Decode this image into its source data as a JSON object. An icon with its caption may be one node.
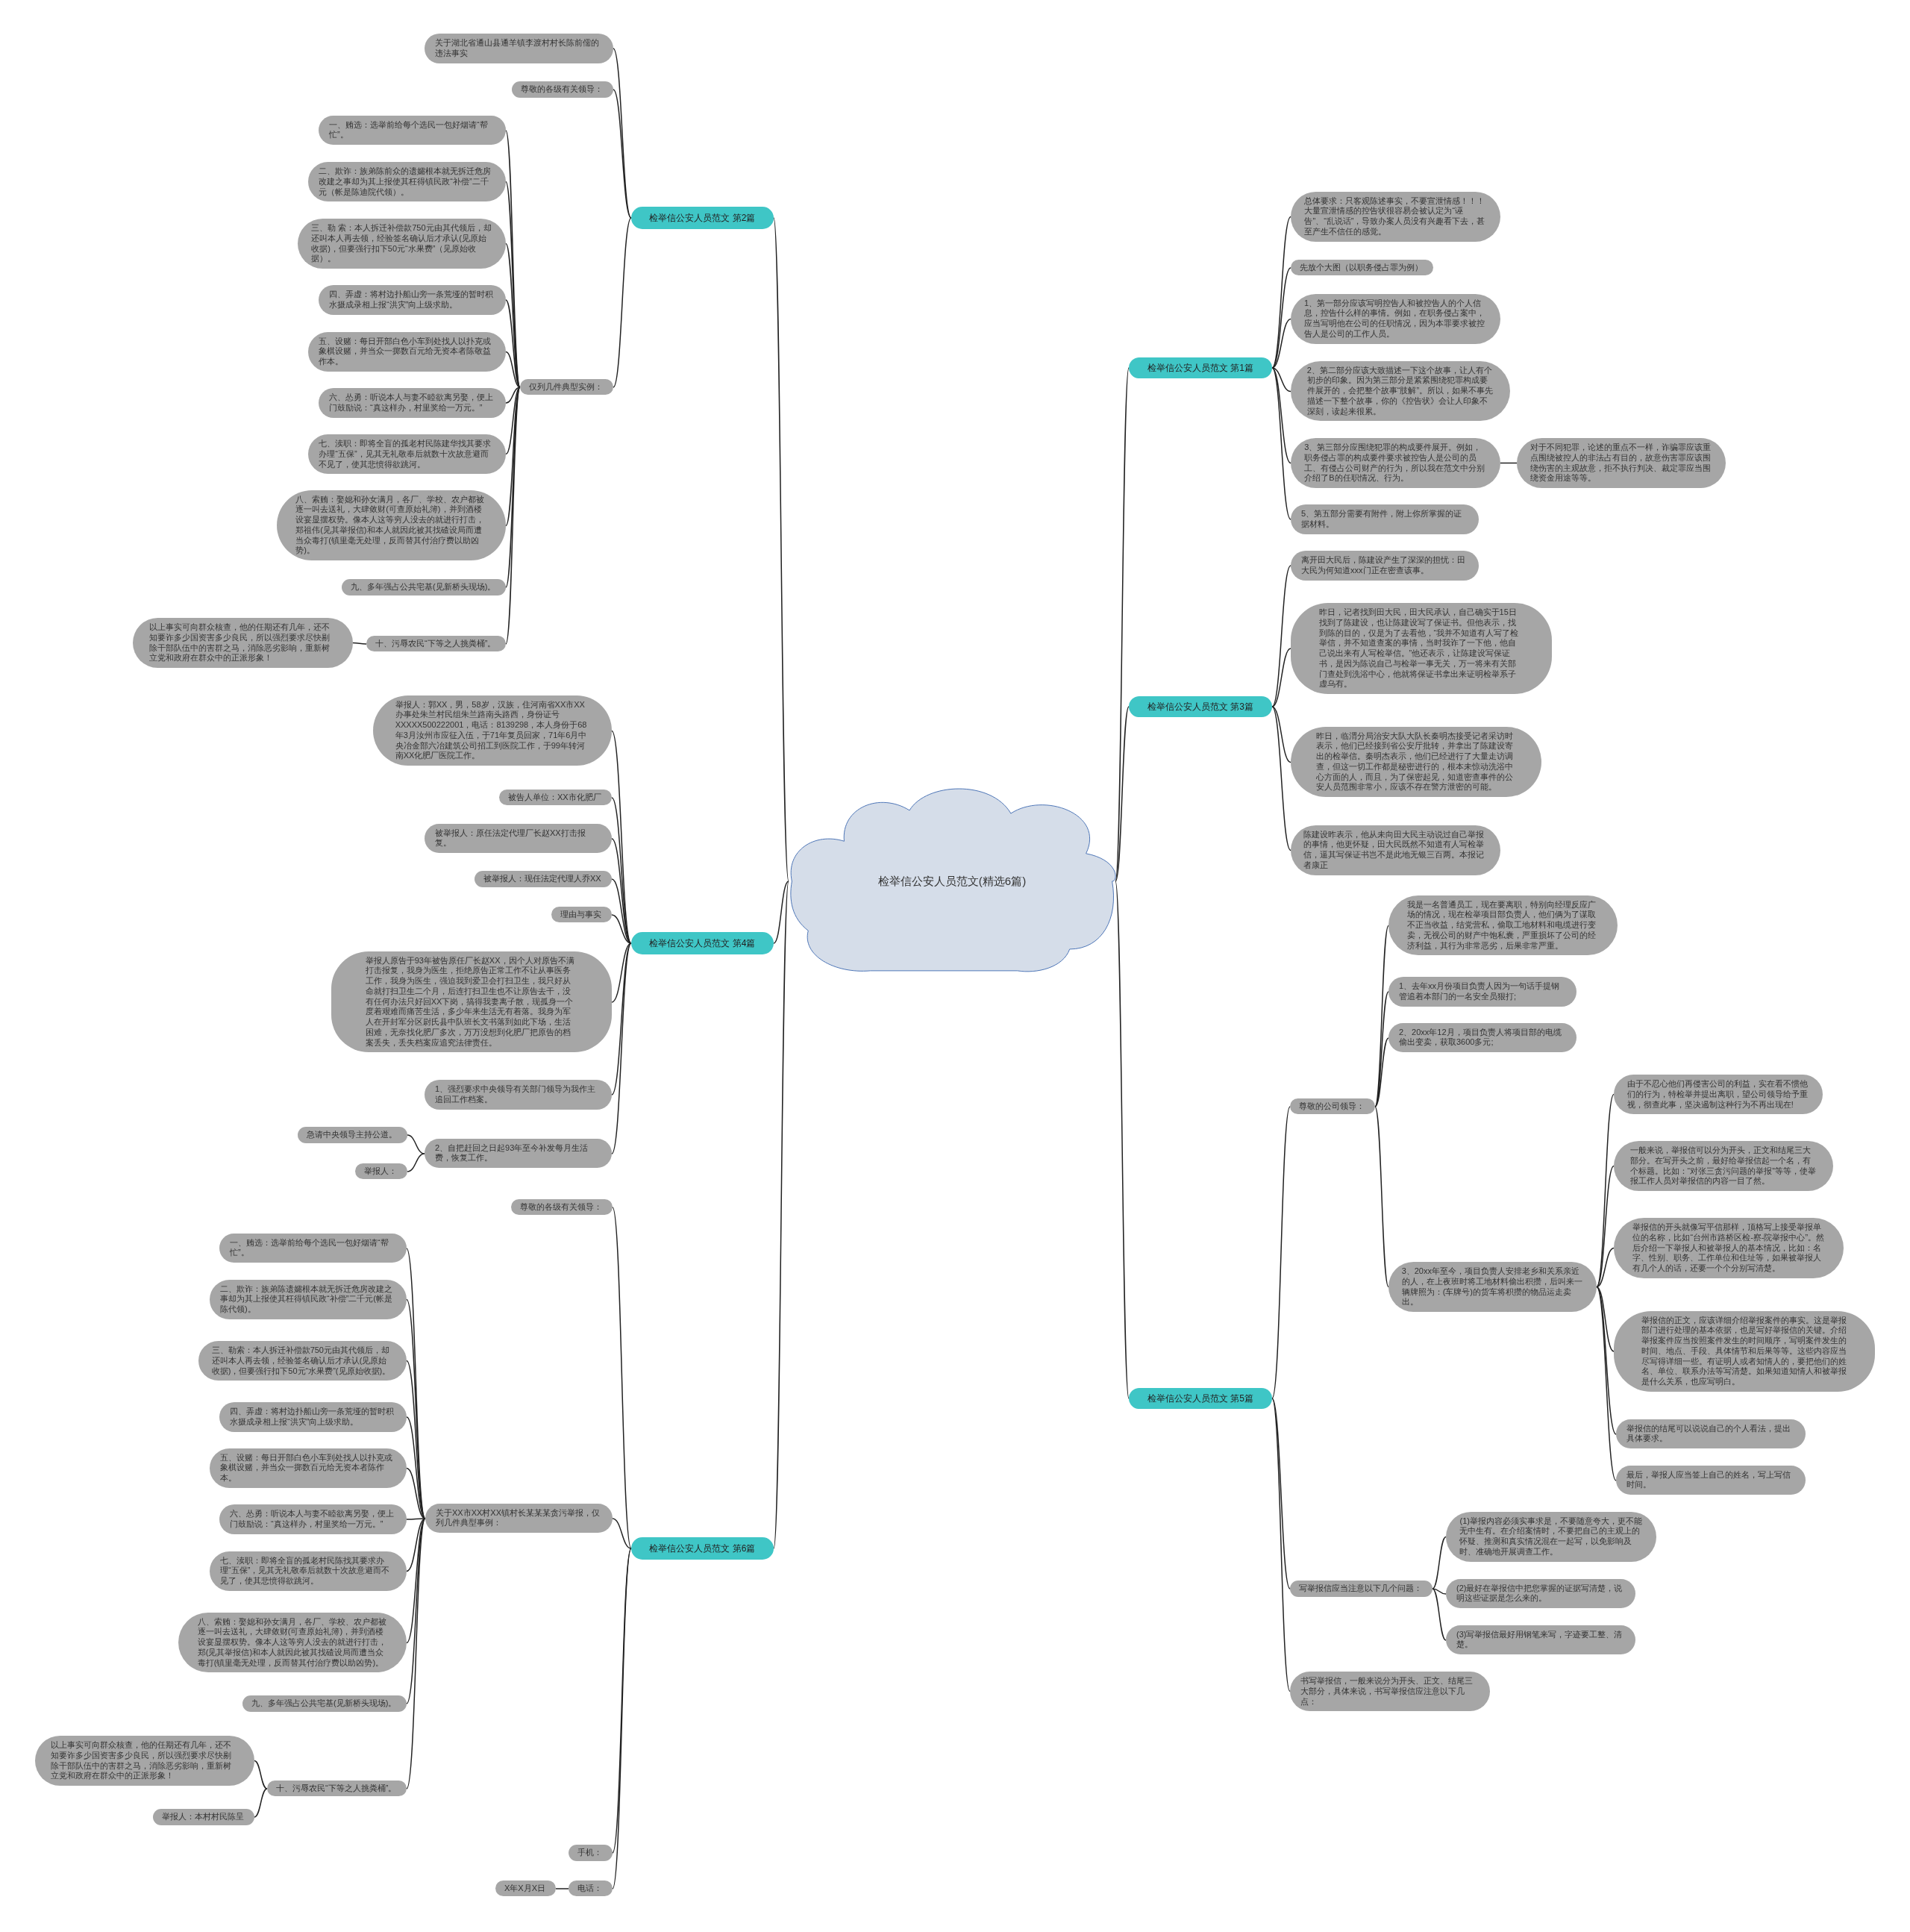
{
  "diagram": {
    "nodes": [
      {
        "text": [
          "检举信公安人员范文(精选6篇)"
        ]
      },
      {
        "text": [
          "检举信公安人员范文 第2篇"
        ]
      },
      {
        "text": [
          "关于湖北省通山县通羊镇李渡村村长陈前儒的违法事实"
        ]
      },
      {
        "text": [
          "尊敬的各级有关领导："
        ]
      },
      {
        "text": [
          "仅列几件典型实例："
        ]
      },
      {
        "text": [
          "一、贿选：选举前给每个选民一包好烟请“帮忙”。"
        ]
      },
      {
        "text": [
          "二、欺诈：族弟陈前众的遗孀根本就无拆迁危房改建之事却为其上报使其枉得镇民政“补偿”二千元（帐是陈迪院代领）。"
        ]
      },
      {
        "text": [
          "三、勒 索：本人拆迁补偿款750元由其代领后，却还叫本人再去领，经验签名确认后才承认(见原始收据)，但要强行扣下50元“水果费”（见原始收据）。"
        ]
      },
      {
        "text": [
          "四、弄虚：将村边扑船山旁一条荒垭的暂时积水摄成录相上报“洪灾”向上级求助。"
        ]
      },
      {
        "text": [
          "五、设赌：每日开部白色小车到处找人以扑克或象棋设赌，并当众一掷数百元给无资本者陈敬益作本。"
        ]
      },
      {
        "text": [
          "六、怂勇：听说本人与妻不睦欲离另娶，便上门鼓励说：“真这样办，村里奖给一万元。”"
        ]
      },
      {
        "text": [
          "七、渎职：即将全盲的孤老村民陈建华找其要求办理“五保”，见其无礼敬奉后就数十次故意避而不见了，使其悲愤得欲跳河。"
        ]
      },
      {
        "text": [
          "八、索贿：娶媳和孙女满月，各厂、学校、农户都被逐一叫去送礼，大肆敛财(可查原始礼簿)，并到酒楼设宴显摆权势。像本人这等穷人没去的就进行打击，郑祖伟(见其举报信)和本人就因此被其找碴设局而遭当众毒打(镇里毫无处理，反而替其付治疗费以助凶势)。"
        ]
      },
      {
        "text": [
          "九、多年强占公共宅基(见新桥头现场)。"
        ]
      },
      {
        "text": [
          "十、污辱农民“下等之人挑粪桶”。"
        ]
      },
      {
        "text": [
          "以上事实可向群众核查，他的任期还有几年，还不知要诈多少国资害多少良民，所以强烈要求尽快剔除干部队伍中的害群之马，消除恶劣影响，重新树立党和政府在群众中的正派形象！"
        ]
      },
      {
        "text": [
          "检举信公安人员范文 第4篇"
        ]
      },
      {
        "text": [
          "举报人：郭XX，男，58岁，汉族，住河南省XX市XX办事处朱兰村民组朱兰路南头路西，身份证号XXXXX500222001，电话：8139298，本人身份于68年3月汝州市应征入伍，于71年复员回家，71年6月中央冶金部六冶建筑公司招工到医院工作，于99年转河南XX化肥厂医院工作。"
        ]
      },
      {
        "text": [
          "被告人单位：XX市化肥厂"
        ]
      },
      {
        "text": [
          "被举报人：原任法定代理厂长赵XX打击报复。"
        ]
      },
      {
        "text": [
          "被举报人：现任法定代理人乔XX"
        ]
      },
      {
        "text": [
          "理由与事实"
        ]
      },
      {
        "text": [
          "举报人原告于93年被告原任厂长赵XX，因个人对原告不满打击报复，我身为医生，拒绝原告正常工作不让从事医务工作，我身为医生，强迫我到爱卫会打扫卫生，我只好从命就打扫卫生二个月，后连打扫卫生也不让原告去干，没有任何办法只好回XX下岗，搞得我妻离子散，现孤身一个度着艰难而痛苦生活，多少年来生活无有着落。我身为军人在开封军分区尉氏县中队班长文书落到如此下场，生活困难，无奈找化肥厂多次，万万没想到化肥厂把原告的档案丢失，丢失档案应追究法律责任。"
        ]
      },
      {
        "text": [
          "1、强烈要求中央领导有关部门领导为我作主追回工作档案。"
        ]
      },
      {
        "text": [
          "2、自把赶回之日起93年至今补发每月生活费，恢复工作。"
        ]
      },
      {
        "text": [
          "急请中央领导主持公道。"
        ]
      },
      {
        "text": [
          "举报人："
        ]
      },
      {
        "text": [
          "检举信公安人员范文 第6篇"
        ]
      },
      {
        "text": [
          "尊敬的各级有关领导："
        ]
      },
      {
        "text": [
          "关于XX市XX村XX镇村长某某某贪污举报，仅列几件典型事例："
        ]
      },
      {
        "text": [
          "一、贿选：选举前给每个选民一包好烟请“帮忙”。"
        ]
      },
      {
        "text": [
          "二、欺诈：族弟陈遗孀根本就无拆迁危房改建之事却为其上报使其枉得镇民政“补偿”二千元(帐是陈代领)。"
        ]
      },
      {
        "text": [
          "三、勒索：本人拆迁补偿款750元由其代领后，却还叫本人再去领，经验签名确认后才承认(见原始收据)，但要强行扣下50元“水果费”(见原始收据)。"
        ]
      },
      {
        "text": [
          "四、弄虚：将村边扑船山旁一条荒垭的暂时积水摄成录相上报“洪灾”向上级求助。"
        ]
      },
      {
        "text": [
          "五、设赌：每日开部白色小车到处找人以扑克或象棋设赌，并当众一掷数百元给无资本者陈作本。"
        ]
      },
      {
        "text": [
          "六、怂勇：听说本人与妻不睦欲离另娶，便上门鼓励说：“真这样办，村里奖给一万元。”"
        ]
      },
      {
        "text": [
          "七、渎职：即将全盲的孤老村民陈找其要求办理“五保”，见其无礼敬奉后就数十次故意避而不见了，使其悲愤得欲跳河。"
        ]
      },
      {
        "text": [
          "八、索贿：娶媳和孙女满月，各厂、学校、农户都被逐一叫去送礼，大肆敛财(可查原始礼簿)，并到酒楼设宴显摆权势。像本人这等穷人没去的就进行打击，郑(见其举报信)和本人就因此被其找碴设局而遭当众毒打(镇里毫无处理，反而替其付治疗费以助凶势)。"
        ]
      },
      {
        "text": [
          "九、多年强占公共宅基(见新桥头现场)。"
        ]
      },
      {
        "text": [
          "十、污辱农民“下等之人挑粪桶”。"
        ]
      },
      {
        "text": [
          "以上事实可向群众核查，他的任期还有几年，还不知要诈多少国资害多少良民，所以强烈要求尽快剔除干部队伍中的害群之马，消除恶劣影响，重新树立党和政府在群众中的正派形象！"
        ]
      },
      {
        "text": [
          "举报人：本村村民陈呈"
        ]
      },
      {
        "text": [
          "手机："
        ]
      },
      {
        "text": [
          "电话："
        ]
      },
      {
        "text": [
          "X年X月X日"
        ]
      },
      {
        "text": [
          "检举信公安人员范文 第1篇"
        ]
      },
      {
        "text": [
          "总体要求：只客观陈述事实，不要宣泄情感！！！大量宣泄情感的控告状很容易会被认定为“诬告”、“乱说话”，导致办案人员没有兴趣看下去，甚至产生不信任的感觉。"
        ]
      },
      {
        "text": [
          "先放个大图（以职务侵占罪为例）"
        ]
      },
      {
        "text": [
          "1、第一部分应该写明控告人和被控告人的个人信息，控告什么样的事情。例如，在职务侵占案中，应当写明他在公司的任职情况，因为本罪要求被控告人是公司的工作人员。"
        ]
      },
      {
        "text": [
          "2、第二部分应该大致描述一下这个故事，让人有个初步的印象。因为第三部分是紧紧围绕犯罪构成要件展开的，会把整个故事“肢解”。所以，如果不事先描述一下整个故事，你的《控告状》会让人印象不深刻，读起来很累。"
        ]
      },
      {
        "text": [
          "3、第三部分应围绕犯罪的构成要件展开。例如，职务侵占罪的构成要件要求被控告人是公司的员工、有侵占公司财产的行为，所以我在范文中分别介绍了B的任职情况、行为。"
        ]
      },
      {
        "text": [
          "对于不同犯罪，论述的重点不一样，诈骗罪应该重点围绕被控人的非法占有目的，故意伤害罪应该围绕伤害的主观故意，拒不执行判决、裁定罪应当围绕资金用途等等。"
        ]
      },
      {
        "text": [
          "5、第五部分需要有附件，附上你所掌握的证据材料。"
        ]
      },
      {
        "text": [
          "检举信公安人员范文 第3篇"
        ]
      },
      {
        "text": [
          "离开田大民后，陈建设产生了深深的担忧：田大民为何知道xxx门正在密查该事。"
        ]
      },
      {
        "text": [
          "昨日，记者找到田大民，田大民承认，自己确实于15日找到了陈建设，也让陈建设写了保证书。但他表示，找到陈的目的，仅是为了去看他，“我并不知道有人写了检举信，并不知道查案的事情，当时我诈了一下他，他自己说出来有人写检举信。”他还表示，让陈建设写保证书，是因为陈说自己与检举一事无关，万一将来有关部门查处到洗浴中心，他就将保证书拿出来证明检举系子虚乌有。"
        ]
      },
      {
        "text": [
          "昨日，临渭分局治安大队大队长秦明杰接受记者采访时表示，他们已经接到省公安厅批转，并拿出了陈建设寄出的检举信。秦明杰表示，他们已经进行了大量走访调查，但这一切工作都是秘密进行的，根本未惊动洗浴中心方面的人，而且，为了保密起见，知道密查事件的公安人员范围非常小，应该不存在警方泄密的可能。"
        ]
      },
      {
        "text": [
          "陈建设昨表示，他从未向田大民主动说过自己举报的事情，他更怀疑，田大民既然不知道有人写检举信，逼其写保证书岂不是此地无银三百两。本报记者康正"
        ]
      },
      {
        "text": [
          "检举信公安人员范文 第5篇"
        ]
      },
      {
        "text": [
          "尊敬的公司领导："
        ]
      },
      {
        "text": [
          "我是一名普通员工，现在要离职，特别向经理反应广场的情况，现在检举项目部负责人，他们俩为了谋取不正当收益，结党营私，偷取工地材料和电缆进行变卖，无视公司的财产中饱私囊，严重损坏了公司的经济利益，其行为非常恶劣，后果非常严重。"
        ]
      },
      {
        "text": [
          "1、去年xx月份项目负责人因为一句话手提钢管追着本部门的一名安全员狠打;"
        ]
      },
      {
        "text": [
          "2、20xx年12月，项目负责人将项目部的电缆偷出变卖，获取3600多元;"
        ]
      },
      {
        "text": [
          "3、20xx年至今，项目负责人安排老乡和关系亲近的人，在上夜班时将工地材料偷出积攒，后叫来一辆牌照为：(车牌号)的货车将积攒的物品运走卖出。"
        ]
      },
      {
        "text": [
          "由于不忍心他们再侵害公司的利益，实在看不惯他们的行为，特检举并提出离职，望公司领导给予重视，彻查此事，坚决遏制这种行为不再出现在!"
        ]
      },
      {
        "text": [
          "一般来说，举报信可以分为开头，正文和结尾三大部分。在写开头之前，最好给举报信起一个名，有个标题。比如：“对张三贪污问题的举报”等等，使举报工作人员对举报信的内容一目了然。"
        ]
      },
      {
        "text": [
          "举报信的开头就像写平信那样，顶格写上接受举报单位的名称，比如“台州市路桥区检-察-院举报中心”。然后介绍一下举报人和被举报人的基本情况，比如：名字、性别、职务、工作单位和住址等，如果被举报人有几个人的话，还要一个个分别写清楚。"
        ]
      },
      {
        "text": [
          "举报信的正文，应该详细介绍举报案件的事实。这是举报部门进行处理的基本依据，也是写好举报信的关键。介绍举报案件应当按照案件发生的时间顺序，写明案件发生的时间、地点、手段、具体情节和后果等等。这些内容应当尽写得详细一些。有证明人或者知情人的，要把他们的姓名、单位、联系办法等写清楚。如果知道知情人和被举报是什么关系，也应写明白。"
        ]
      },
      {
        "text": [
          "举报信的结尾可以说说自己的个人看法，提出具体要求。"
        ]
      },
      {
        "text": [
          "最后，举报人应当签上自己的姓名，写上写信时间。"
        ]
      },
      {
        "text": [
          "写举报信应当注意以下几个问题："
        ]
      },
      {
        "text": [
          "(1)举报内容必须实事求是，不要随意夸大，更不能无中生有。在介绍案情时，不要把自己的主观上的怀疑、推测和真实情况混在一起写，以免影响及时、准确地开展调查工作。"
        ]
      },
      {
        "text": [
          "(2)最好在举报信中把您掌握的证据写清楚，说明这些证据是怎么来的。"
        ]
      },
      {
        "text": [
          "(3)写举报信最好用钢笔来写，字迹要工整、清楚。"
        ]
      },
      {
        "text": [
          "书写举报信，一般来说分为开头、正文、结尾三大部分，具体来说，书写举报信应注意以下几点："
        ]
      }
    ],
    "edges": [
      {
        "from": 0,
        "to": 1,
        "arrow": "none"
      },
      {
        "from": 0,
        "to": 16,
        "arrow": "none"
      },
      {
        "from": 0,
        "to": 27,
        "arrow": "none"
      },
      {
        "from": 0,
        "to": 45,
        "arrow": "none"
      },
      {
        "from": 0,
        "to": 53,
        "arrow": "none"
      },
      {
        "from": 0,
        "to": 58,
        "arrow": "none"
      },
      {
        "from": 1,
        "to": 2,
        "arrow": "none"
      },
      {
        "from": 1,
        "to": 3,
        "arrow": "none"
      },
      {
        "from": 1,
        "to": 4,
        "arrow": "none"
      },
      {
        "from": 4,
        "to": 5,
        "arrow": "none"
      },
      {
        "from": 4,
        "to": 6,
        "arrow": "none"
      },
      {
        "from": 4,
        "to": 7,
        "arrow": "none"
      },
      {
        "from": 4,
        "to": 8,
        "arrow": "none"
      },
      {
        "from": 4,
        "to": 9,
        "arrow": "none"
      },
      {
        "from": 4,
        "to": 10,
        "arrow": "none"
      },
      {
        "from": 4,
        "to": 11,
        "arrow": "none"
      },
      {
        "from": 4,
        "to": 12,
        "arrow": "none"
      },
      {
        "from": 4,
        "to": 13,
        "arrow": "none"
      },
      {
        "from": 4,
        "to": 14,
        "arrow": "none"
      },
      {
        "from": 14,
        "to": 15,
        "arrow": "none"
      },
      {
        "from": 16,
        "to": 17,
        "arrow": "none"
      },
      {
        "from": 16,
        "to": 18,
        "arrow": "none"
      },
      {
        "from": 16,
        "to": 19,
        "arrow": "none"
      },
      {
        "from": 16,
        "to": 20,
        "arrow": "none"
      },
      {
        "from": 16,
        "to": 21,
        "arrow": "none"
      },
      {
        "from": 16,
        "to": 22,
        "arrow": "none"
      },
      {
        "from": 16,
        "to": 23,
        "arrow": "none"
      },
      {
        "from": 16,
        "to": 24,
        "arrow": "none"
      },
      {
        "from": 24,
        "to": 25,
        "arrow": "none"
      },
      {
        "from": 24,
        "to": 26,
        "arrow": "none"
      },
      {
        "from": 27,
        "to": 28,
        "arrow": "none"
      },
      {
        "from": 27,
        "to": 29,
        "arrow": "none"
      },
      {
        "from": 29,
        "to": 30,
        "arrow": "none"
      },
      {
        "from": 29,
        "to": 31,
        "arrow": "none"
      },
      {
        "from": 29,
        "to": 32,
        "arrow": "none"
      },
      {
        "from": 29,
        "to": 33,
        "arrow": "none"
      },
      {
        "from": 29,
        "to": 34,
        "arrow": "none"
      },
      {
        "from": 29,
        "to": 35,
        "arrow": "none"
      },
      {
        "from": 29,
        "to": 36,
        "arrow": "none"
      },
      {
        "from": 29,
        "to": 37,
        "arrow": "none"
      },
      {
        "from": 29,
        "to": 38,
        "arrow": "none"
      },
      {
        "from": 29,
        "to": 39,
        "arrow": "none"
      },
      {
        "from": 39,
        "to": 40,
        "arrow": "none"
      },
      {
        "from": 39,
        "to": 41,
        "arrow": "none"
      },
      {
        "from": 27,
        "to": 42,
        "arrow": "none"
      },
      {
        "from": 27,
        "to": 43,
        "arrow": "none"
      },
      {
        "from": 43,
        "to": 44,
        "arrow": "none"
      },
      {
        "from": 45,
        "to": 46,
        "arrow": "none"
      },
      {
        "from": 45,
        "to": 47,
        "arrow": "none"
      },
      {
        "from": 45,
        "to": 48,
        "arrow": "none"
      },
      {
        "from": 45,
        "to": 49,
        "arrow": "none"
      },
      {
        "from": 45,
        "to": 50,
        "arrow": "none"
      },
      {
        "from": 50,
        "to": 51,
        "arrow": "none"
      },
      {
        "from": 45,
        "to": 52,
        "arrow": "none"
      },
      {
        "from": 53,
        "to": 54,
        "arrow": "none"
      },
      {
        "from": 53,
        "to": 55,
        "arrow": "none"
      },
      {
        "from": 53,
        "to": 56,
        "arrow": "none"
      },
      {
        "from": 53,
        "to": 57,
        "arrow": "none"
      },
      {
        "from": 58,
        "to": 59,
        "arrow": "none"
      },
      {
        "from": 59,
        "to": 60,
        "arrow": "none"
      },
      {
        "from": 59,
        "to": 61,
        "arrow": "none"
      },
      {
        "from": 59,
        "to": 62,
        "arrow": "none"
      },
      {
        "from": 59,
        "to": 63,
        "arrow": "none"
      },
      {
        "from": 63,
        "to": 64,
        "arrow": "none"
      },
      {
        "from": 63,
        "to": 65,
        "arrow": "none"
      },
      {
        "from": 63,
        "to": 66,
        "arrow": "none"
      },
      {
        "from": 63,
        "to": 67,
        "arrow": "none"
      },
      {
        "from": 63,
        "to": 68,
        "arrow": "none"
      },
      {
        "from": 63,
        "to": 69,
        "arrow": "none"
      },
      {
        "from": 58,
        "to": 70,
        "arrow": "none"
      },
      {
        "from": 70,
        "to": 71,
        "arrow": "none"
      },
      {
        "from": 70,
        "to": 72,
        "arrow": "none"
      },
      {
        "from": 70,
        "to": 73,
        "arrow": "none"
      },
      {
        "from": 58,
        "to": 74,
        "arrow": "none"
      }
    ]
  }
}
